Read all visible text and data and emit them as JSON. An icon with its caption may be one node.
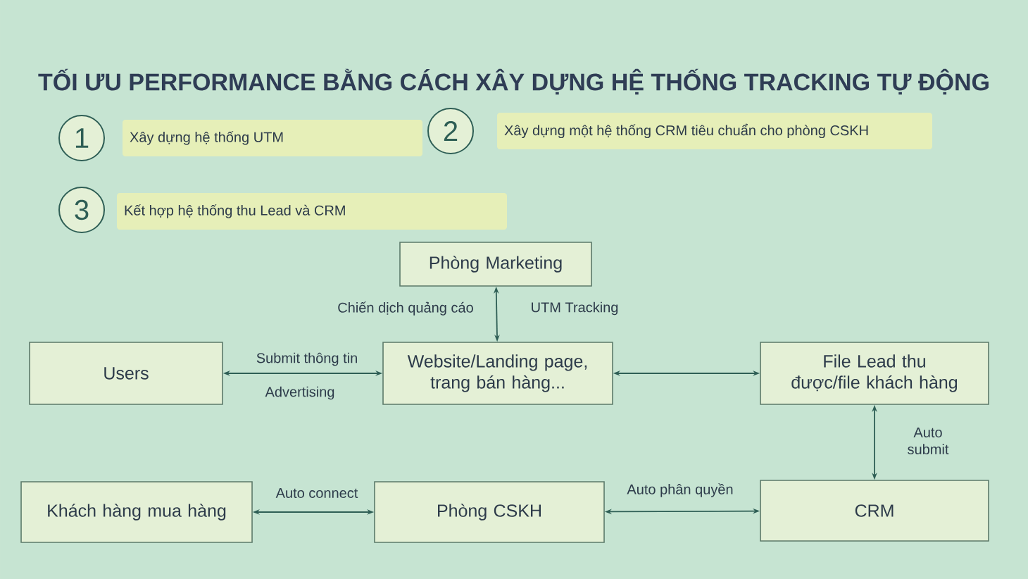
{
  "diagram": {
    "title": "TỐI ƯU PERFORMANCE BẰNG CÁCH XÂY DỰNG HỆ THỐNG TRACKING TỰ ĐỘNG",
    "nodes": [
      {
        "text": [
          "1"
        ]
      },
      {
        "text": [
          "Xây dựng hệ thống UTM"
        ]
      },
      {
        "text": [
          "2"
        ]
      },
      {
        "text": [
          "Xây dựng một hệ thống CRM tiêu chuẩn cho phòng CSKH"
        ]
      },
      {
        "text": [
          "3"
        ]
      },
      {
        "text": [
          "Kết hợp hệ thống thu Lead và CRM"
        ]
      },
      {
        "text": [
          "Phòng Marketing"
        ]
      },
      {
        "text": [
          "Users"
        ]
      },
      {
        "text": [
          "Website/Landing page, trang bán hàng..."
        ]
      },
      {
        "text": [
          "File Lead thu được/file khách hàng"
        ]
      },
      {
        "text": [
          "Khách hàng mua hàng"
        ]
      },
      {
        "text": [
          "Phòng CSKH"
        ]
      },
      {
        "text": [
          "CRM"
        ]
      }
    ],
    "edges": [
      {
        "from": 6,
        "to": 8,
        "arrow": "both",
        "label": "Chiến dịch quảng cáo"
      },
      {
        "from": 7,
        "to": 8,
        "arrow": "both",
        "label": "Submit thông tin"
      },
      {
        "from": 8,
        "to": 9,
        "arrow": "both"
      },
      {
        "from": 9,
        "to": 12,
        "arrow": "both",
        "label": "Auto submit"
      },
      {
        "from": 10,
        "to": 11,
        "arrow": "both",
        "label": "Auto connect"
      },
      {
        "from": 11,
        "to": 12,
        "arrow": "both",
        "label": "Auto phân quyền"
      }
    ],
    "labels": [
      "UTM Tracking",
      "Advertising"
    ]
  }
}
